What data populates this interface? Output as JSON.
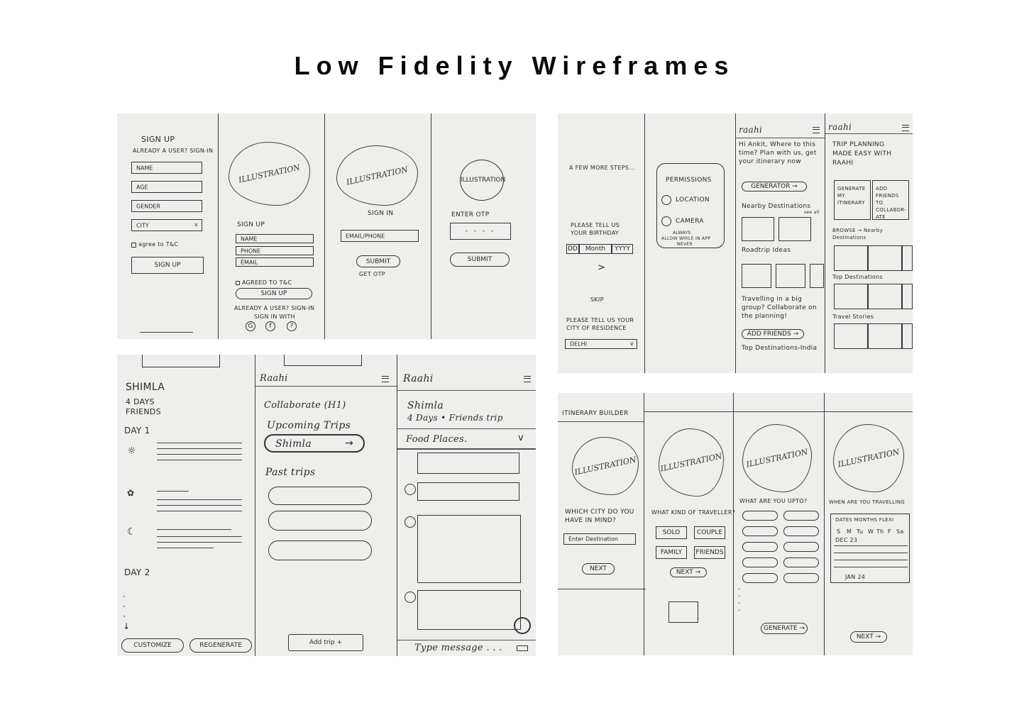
{
  "page_title": "Low Fidelity Wireframes",
  "signup_section": {
    "screen1": {
      "heading": "SIGN UP",
      "already_user": "ALREADY A USER? SIGN-IN",
      "fields": [
        "NAME",
        "AGE",
        "GENDER",
        "CITY"
      ],
      "agree": "agree to T&C",
      "button": "SIGN UP"
    },
    "screen2": {
      "illustration": "ILLUSTRATION",
      "heading": "SIGN UP",
      "fields": [
        "NAME",
        "PHONE",
        "EMAIL"
      ],
      "agree": "AGREED TO T&C",
      "button": "SIGN UP",
      "already_user": "ALREADY A USER? SIGN-IN",
      "sign_in_with": "SIGN IN WITH",
      "social": [
        "G",
        "f",
        "?"
      ]
    },
    "screen3": {
      "illustration": "ILLUSTRATION",
      "heading": "SIGN IN",
      "field": "EMAIL/PHONE",
      "button": "SUBMIT",
      "get_otp": "GET OTP"
    },
    "screen4": {
      "illustration": "ILLUSTRATION",
      "heading": "ENTER OTP",
      "button": "SUBMIT"
    }
  },
  "onboarding_section": {
    "screen1": {
      "few_more": "A FEW MORE STEPS...",
      "birthday": "PLEASE TELL US YOUR BIRTHDAY",
      "date_fields": [
        "DD",
        "Month",
        "YYYY"
      ],
      "skip": "SKIP",
      "residence": "PLEASE TELL US YOUR CITY OF RESIDENCE",
      "city_value": "DELHI"
    },
    "screen2": {
      "heading": "PERMISSIONS",
      "options": [
        "LOCATION",
        "CAMERA"
      ],
      "choices": [
        "ALWAYS",
        "ALLOW WHILE IN APP",
        "NEVER"
      ]
    },
    "screen3": {
      "brand": "raahi",
      "greeting": "Hi Ankit, Where to this time? Plan with us, get your itinerary now",
      "generator": "GENERATOR →",
      "nearby": "Nearby Destinations",
      "see_all": "see all",
      "roadtrip": "Roadtrip Ideas",
      "big_group": "Travelling in a big group? Collaborate on the planning!",
      "add_friends": "ADD FRIENDS →",
      "top_india": "Top Destinations-India"
    },
    "screen4": {
      "brand": "raahi",
      "tagline": "TRIP PLANNING MADE EASY WITH RAAHI",
      "card1": "GENERATE MY ITINERARY",
      "card2": "ADD FRIENDS TO COLLABOR-ATE",
      "browse": "BROWSE → Nearby Destinations",
      "top": "Top Destinations",
      "travel": "Travel Stories"
    }
  },
  "trip_section": {
    "screen1": {
      "city": "SHIMLA",
      "days": "4 DAYS",
      "friends": "FRIENDS",
      "day1": "DAY 1",
      "day2": "DAY 2",
      "customize": "CUSTOMIZE",
      "regenerate": "REGENERATE"
    },
    "screen2": {
      "brand": "Raahi",
      "collaborate": "Collaborate (H1)",
      "upcoming": "Upcoming Trips",
      "trip": "Shimla",
      "past": "Past trips",
      "add_trip": "Add trip +"
    },
    "screen3": {
      "brand": "Raahi",
      "title": "Shimla",
      "subtitle": "4 Days • Friends trip",
      "dropdown": "Food Places.",
      "message": "Type message . . ."
    }
  },
  "itinerary_section": {
    "screen1": {
      "heading": "ITINERARY BUILDER",
      "illustration": "ILLUSTRATION",
      "question": "WHICH CITY DO YOU HAVE IN MIND?",
      "input": "Enter Destination",
      "button": "NEXT"
    },
    "screen2": {
      "illustration": "ILLUSTRATION",
      "question": "WHAT KIND OF TRAVELLER?",
      "options": [
        "SOLO",
        "COUPLE",
        "FAMILY",
        "FRIENDS"
      ],
      "button": "NEXT →"
    },
    "screen3": {
      "illustration": "ILLUSTRATION",
      "question": "WHAT ARE YOU UPTO?",
      "button": "GENERATE →"
    },
    "screen4": {
      "illustration": "ILLUSTRATION",
      "question": "WHEN ARE YOU TRAVELLING",
      "dates": "DATES MONTHS FLEXI",
      "weekdays": [
        "S",
        "M",
        "Tu",
        "W",
        "Th",
        "F",
        "Sa"
      ],
      "month1": "DEC 23",
      "month2": "JAN 24",
      "button": "NEXT →"
    }
  }
}
